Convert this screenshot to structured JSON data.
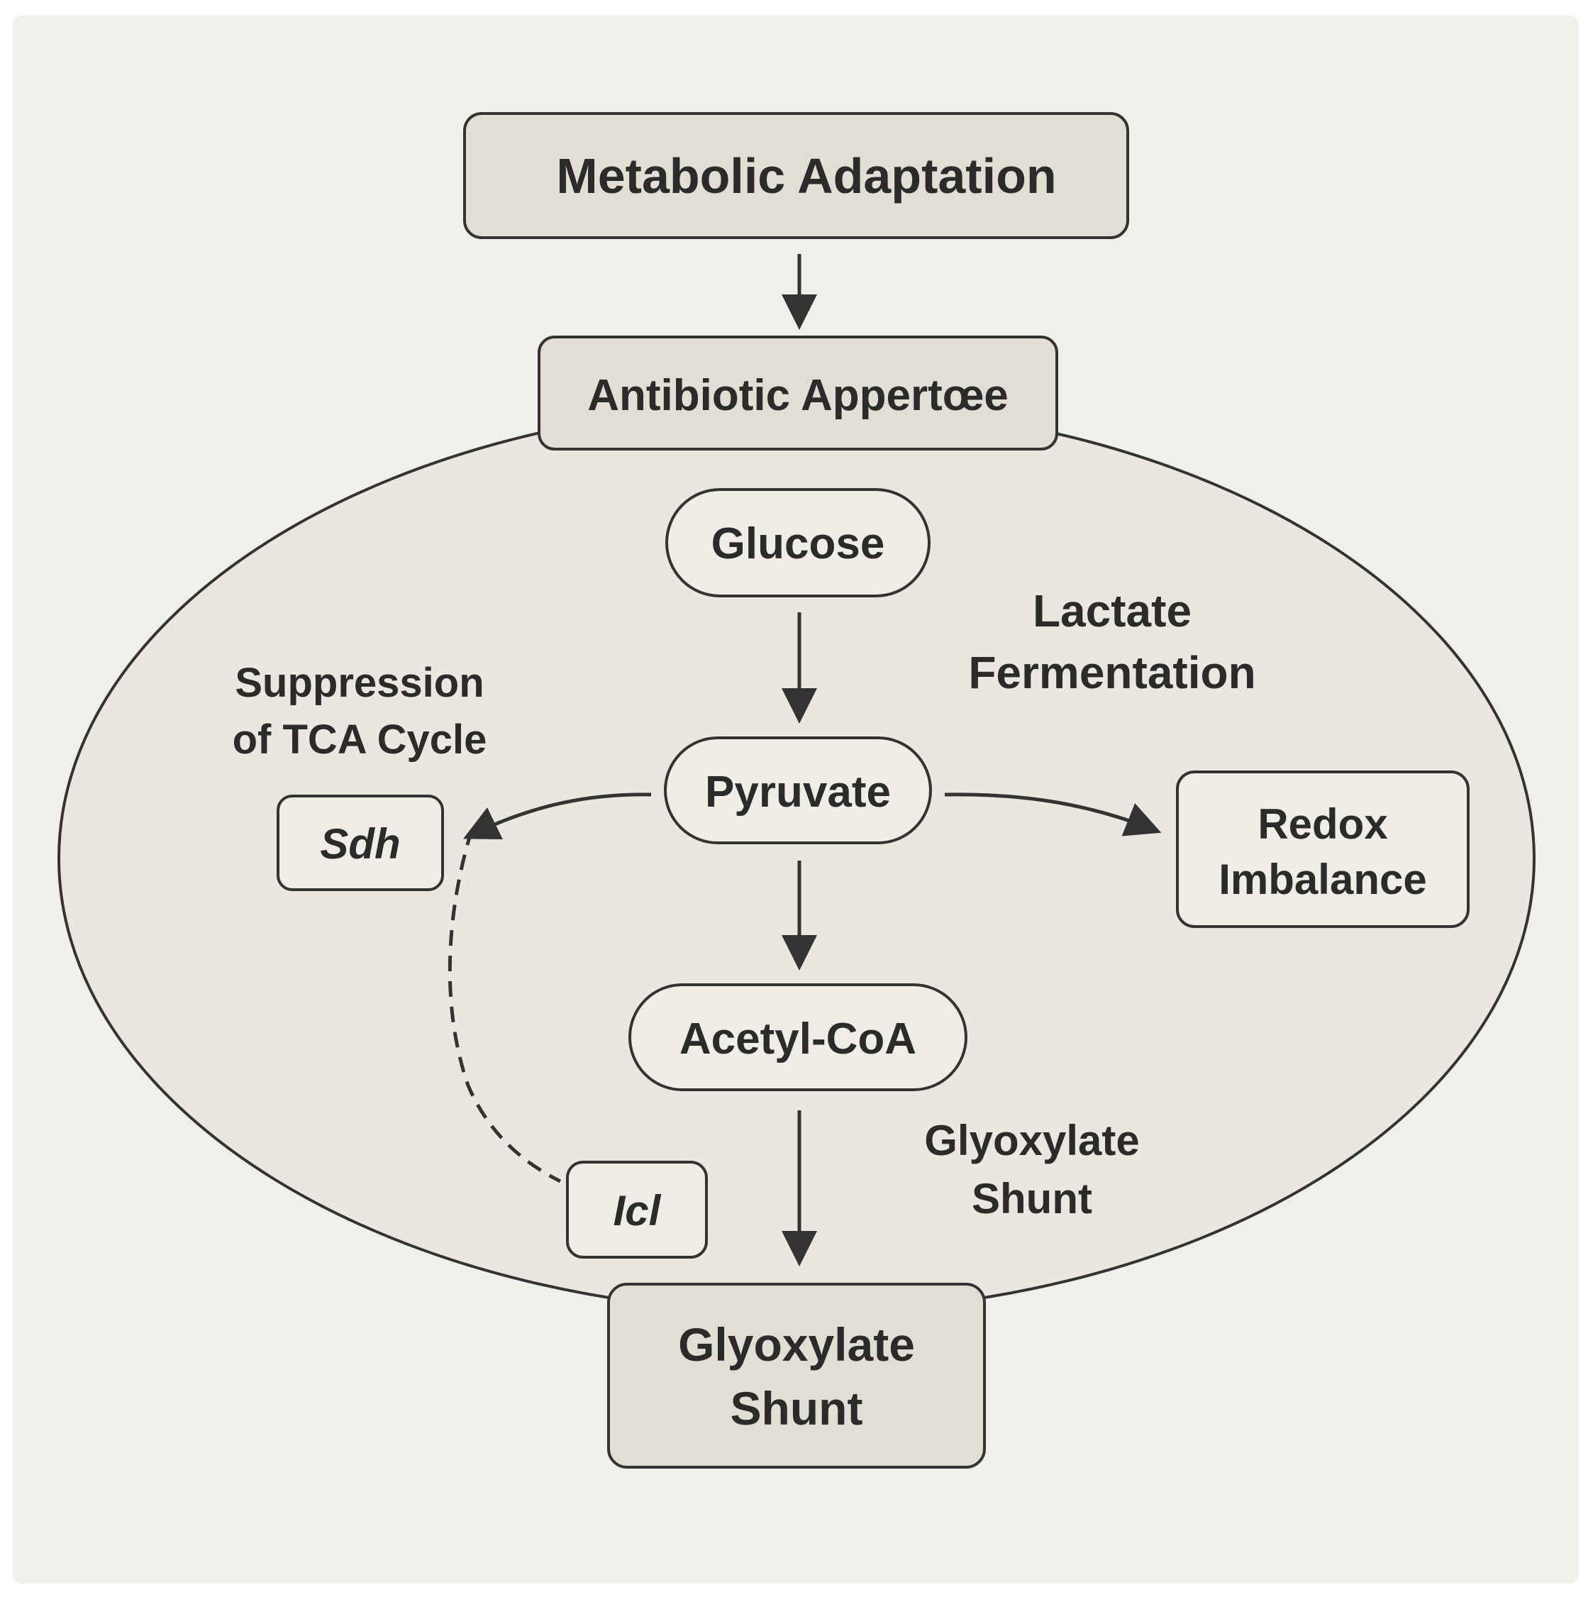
{
  "diagram": {
    "nodes": {
      "top_box": "Metabolic Adaptation",
      "stress_box": "Antibiotic Appertœe",
      "glucose": "Glucose",
      "pyruvate": "Pyruvate",
      "acetyl_coa": "Acetyl-CoA",
      "sdh": "Sdh",
      "icl": "Icl",
      "redox_line1": "Redox",
      "redox_line2": "Imbalance",
      "bottom_line1": "Glyoxylate",
      "bottom_line2": "Shunt"
    },
    "labels": {
      "lactate_line1": "Lactate",
      "lactate_line2": "Fermentation",
      "suppression_line1": "Suppression",
      "suppression_line2": "of TCA Cycle",
      "glyoxylate_line1": "Glyoxylate",
      "glyoxylate_line2": "Shunt"
    },
    "colors": {
      "page_bg": "#ffffff",
      "panel_bg": "#f1efeb",
      "cell_fill": "#ebe7e0",
      "header_box_fill": "#e3ded4",
      "node_fill": "#f0ede7",
      "stroke": "#333333",
      "text": "#2b2b2b"
    }
  }
}
